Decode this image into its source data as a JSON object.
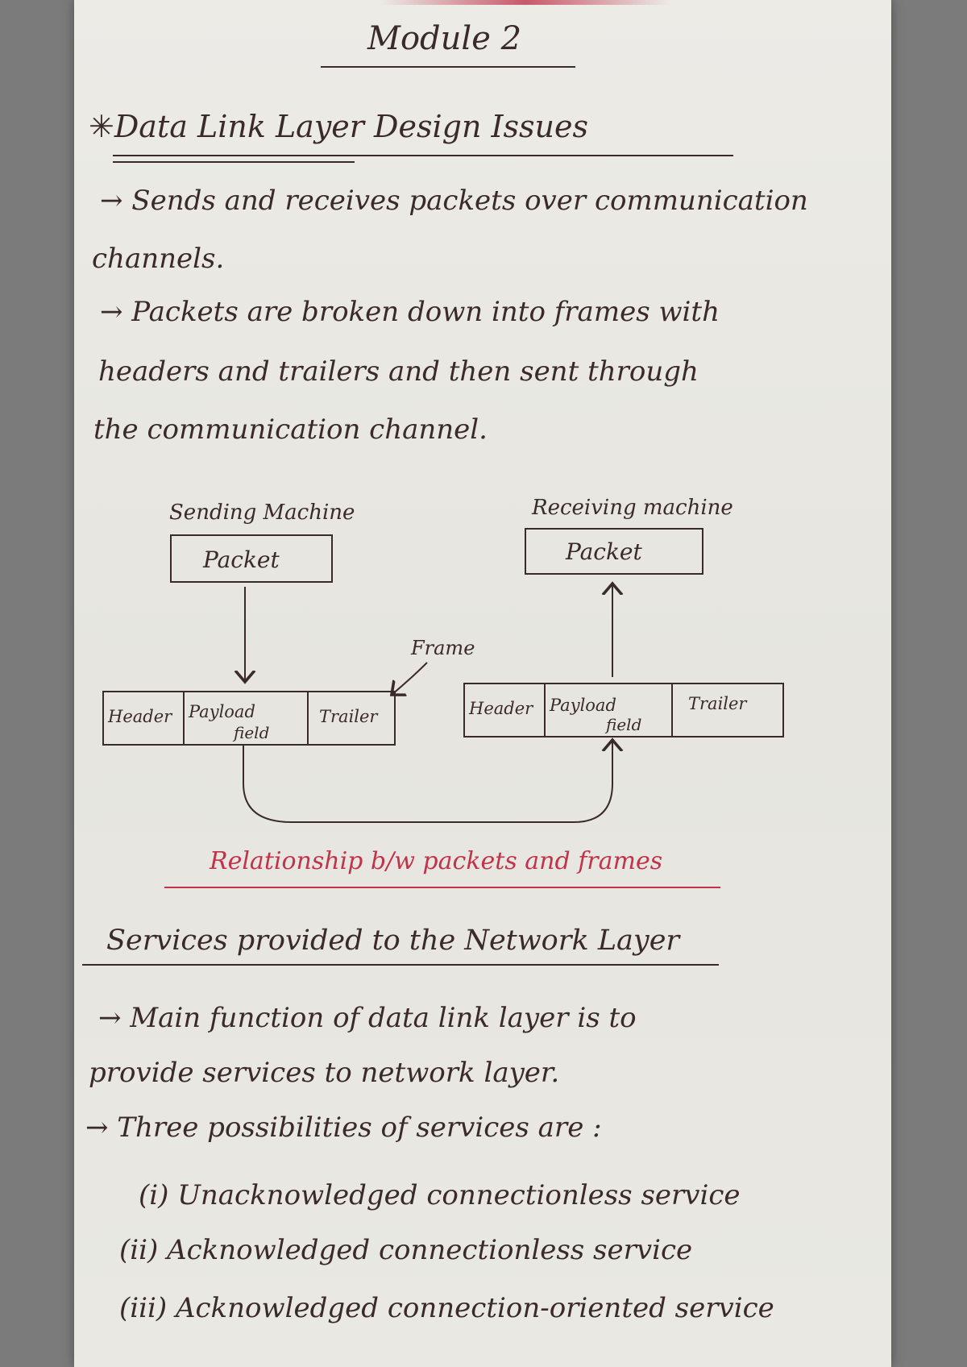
{
  "title": "Module 2",
  "section1": {
    "heading": "Data Link Layer Design Issues",
    "lines": [
      "→ Sends and receives packets over communication",
      "channels.",
      "→ Packets are broken down into frames with",
      "headers and trailers and then sent through",
      "the communication channel."
    ]
  },
  "diagram": {
    "sending_label": "Sending Machine",
    "receiving_label": "Receiving machine",
    "packet_label": "Packet",
    "frame_label": "Frame",
    "left_frame": {
      "header": "Header",
      "payload": "Payload",
      "payload_sub": "field",
      "trailer": "Trailer"
    },
    "right_frame": {
      "header": "Header",
      "payload": "Payload",
      "payload_sub": "field",
      "trailer": "Trailer"
    },
    "caption": "Relationship b/w packets and frames"
  },
  "section2": {
    "heading": "Services provided to the Network Layer",
    "lines": [
      "→ Main function of data link layer is to",
      "provide services to network layer.",
      "→ Three possibilities of services are :",
      "(i) Unacknowledged connectionless service",
      "(ii) Acknowledged connectionless service",
      "(iii) Acknowledged connection-oriented service"
    ]
  },
  "colors": {
    "ink": "#3a2a2a",
    "red_ink": "#c2334a",
    "paper": "#e9e8e3"
  }
}
